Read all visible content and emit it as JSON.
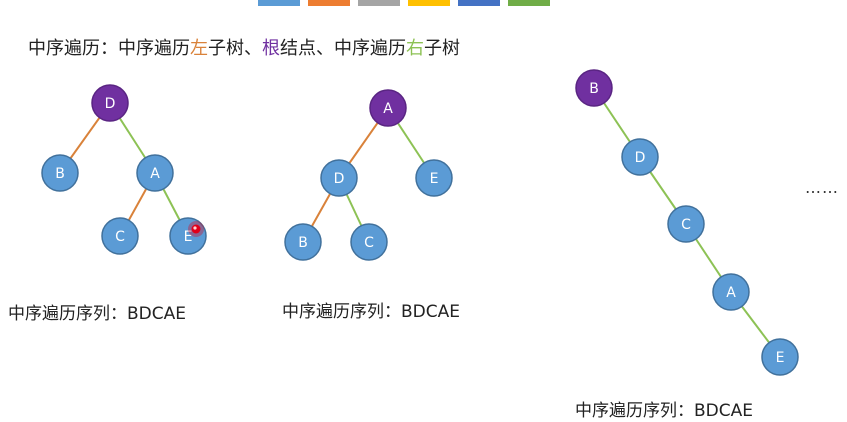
{
  "colors": {
    "left_edge": "#d9823a",
    "right_edge": "#8dc255",
    "root_fill": "#7030a0",
    "node_fill": "#5b9bd5",
    "node_stroke": "#41719c",
    "pointer": "#e0001a"
  },
  "top_swatches": [
    "#5b9bd5",
    "#ed7d31",
    "#a5a5a5",
    "#ffc000",
    "#4472c4",
    "#70ad47"
  ],
  "title": {
    "p1": "中序遍历：中序遍历",
    "left": "左",
    "p2": "子树、",
    "root": "根",
    "p3": "结点、中序遍历",
    "right": "右",
    "p4": "子树"
  },
  "trees": [
    {
      "nodes": [
        {
          "label": "D",
          "root": true
        },
        {
          "label": "B"
        },
        {
          "label": "A"
        },
        {
          "label": "C"
        },
        {
          "label": "E"
        }
      ],
      "sequence": "中序遍历序列：BDCAE"
    },
    {
      "nodes": [
        {
          "label": "A",
          "root": true
        },
        {
          "label": "D"
        },
        {
          "label": "E"
        },
        {
          "label": "B"
        },
        {
          "label": "C"
        }
      ],
      "sequence": "中序遍历序列：BDCAE"
    },
    {
      "nodes": [
        {
          "label": "B",
          "root": true
        },
        {
          "label": "D"
        },
        {
          "label": "C"
        },
        {
          "label": "A"
        },
        {
          "label": "E"
        }
      ],
      "sequence": "中序遍历序列：BDCAE"
    }
  ],
  "more": "……"
}
